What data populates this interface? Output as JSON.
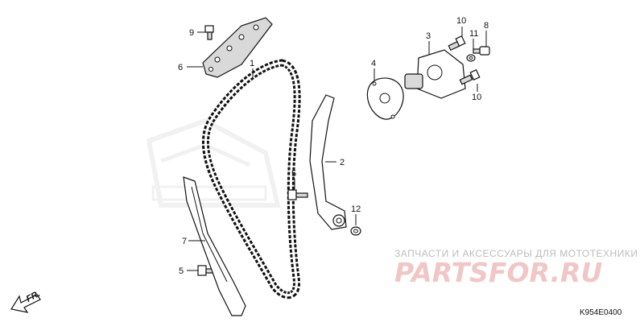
{
  "callouts": [
    "1",
    "2",
    "3",
    "4",
    "5",
    "5",
    "6",
    "7",
    "8",
    "9",
    "10",
    "10",
    "11",
    "12"
  ],
  "front_marker": "FR.",
  "watermark": {
    "line1": "ЗАПЧАСТИ И АКСЕССУАРЫ ДЛЯ МОТОТЕХНИКИ",
    "line2": "PARTSFOR.RU"
  },
  "diagram_code": "K954E0400",
  "colors": {
    "ink": "#111111",
    "watermark_red": "#f1c6c6",
    "watermark_gray": "#bdbdbd",
    "logo_gray": "#e6e6e6"
  }
}
